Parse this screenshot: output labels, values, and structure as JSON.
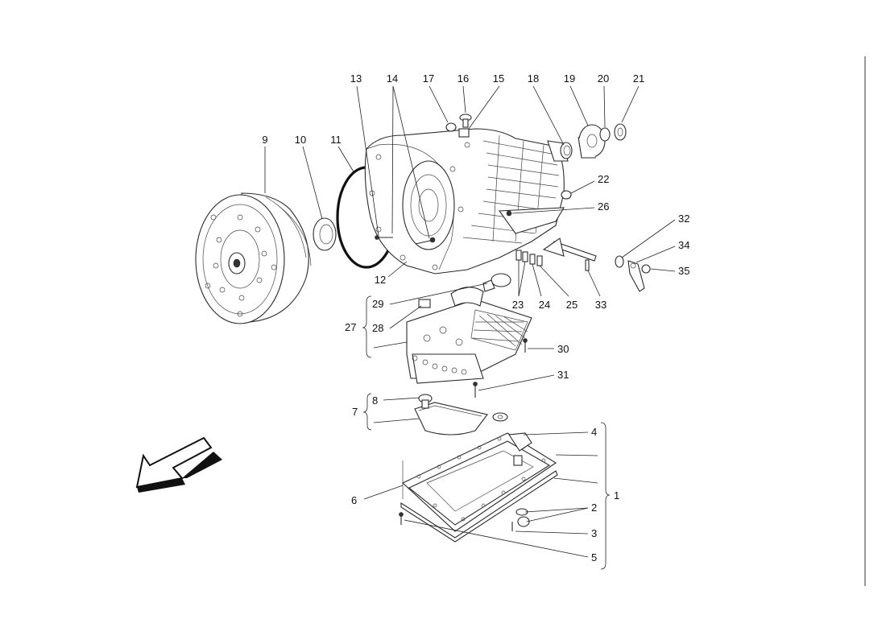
{
  "diagram": {
    "callouts": {
      "c1": "1",
      "c2": "2",
      "c3": "3",
      "c4": "4",
      "c5": "5",
      "c6": "6",
      "c7": "7",
      "c8": "8",
      "c9": "9",
      "c10": "10",
      "c11": "11",
      "c12": "12",
      "c13": "13",
      "c14": "14",
      "c15": "15",
      "c16": "16",
      "c17": "17",
      "c18": "18",
      "c19": "19",
      "c20": "20",
      "c21": "21",
      "c22": "22",
      "c23": "23",
      "c24": "24",
      "c25": "25",
      "c26": "26",
      "c27": "27",
      "c28": "28",
      "c29": "29",
      "c30": "30",
      "c31": "31",
      "c32": "32",
      "c33": "33",
      "c34": "34",
      "c35": "35"
    },
    "icons": {
      "direction_arrow": "arrow-down-left-icon"
    },
    "colors": {
      "line": "#222222",
      "background": "#ffffff"
    }
  }
}
